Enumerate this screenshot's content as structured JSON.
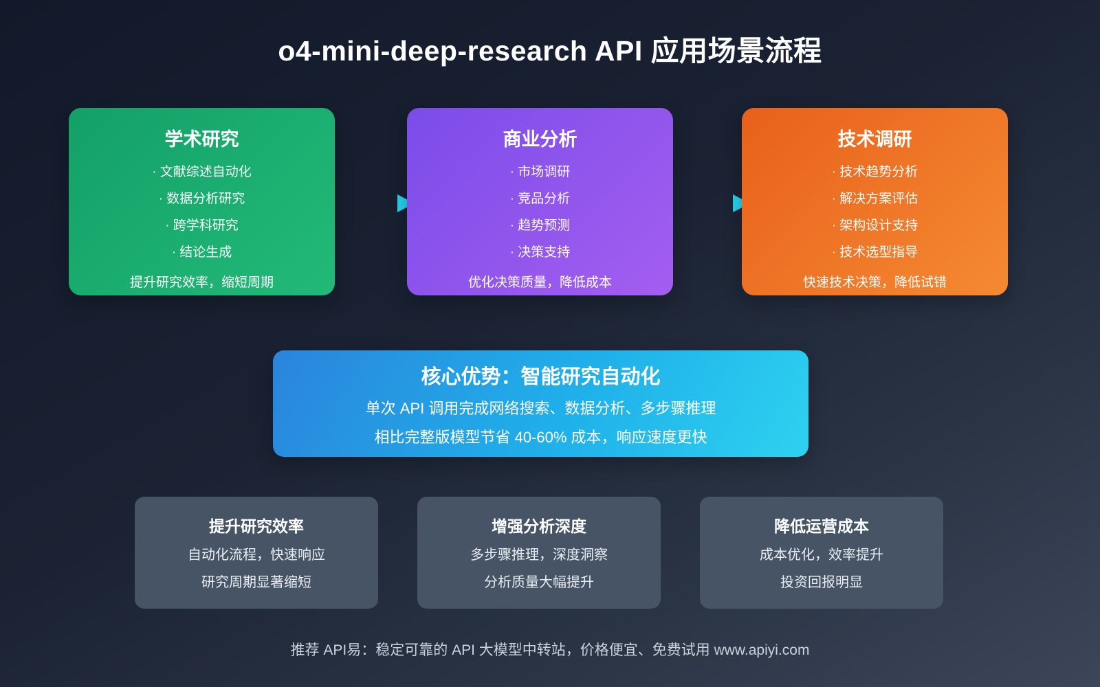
{
  "title": "o4-mini-deep-research API 应用场景流程",
  "scenario_cards": [
    {
      "title": "学术研究",
      "items": [
        "文献综述自动化",
        "数据分析研究",
        "跨学科研究",
        "结论生成"
      ],
      "footer": "提升研究效率，缩短周期",
      "gradient_start": "#13a068",
      "gradient_end": "#22ba78"
    },
    {
      "title": "商业分析",
      "items": [
        "市场调研",
        "竞品分析",
        "趋势预测",
        "决策支持"
      ],
      "footer": "优化决策质量，降低成本",
      "gradient_start": "#7b4ce9",
      "gradient_end": "#a45ef0"
    },
    {
      "title": "技术调研",
      "items": [
        "技术趋势分析",
        "解决方案评估",
        "架构设计支持",
        "技术选型指导"
      ],
      "footer": "快速技术决策，降低试错",
      "gradient_start": "#e8601a",
      "gradient_end": "#f58a33"
    }
  ],
  "core_card": {
    "title": "核心优势：智能研究自动化",
    "line1": "单次 API 调用完成网络搜索、数据分析、多步骤推理",
    "line2": "相比完整版模型节省 40-60% 成本，响应速度更快",
    "gradient_start": "#2b84dc",
    "gradient_end": "#2ed1f0"
  },
  "benefit_cards": [
    {
      "title": "提升研究效率",
      "line1": "自动化流程，快速响应",
      "line2": "研究周期显著缩短"
    },
    {
      "title": "增强分析深度",
      "line1": "多步骤推理，深度洞察",
      "line2": "分析质量大幅提升"
    },
    {
      "title": "降低运营成本",
      "line1": "成本优化，效率提升",
      "line2": "投资回报明显"
    }
  ],
  "footer": "推荐 API易：稳定可靠的 API 大模型中转站，价格便宜、免费试用 www.apiyi.com",
  "colors": {
    "background_top": "#11192a",
    "background_bottom": "#3d4659",
    "arrow": "#26d0ea",
    "benefit_card_bg": "#475466",
    "text_primary": "#ffffff",
    "footer_text": "#c9d2dd"
  }
}
